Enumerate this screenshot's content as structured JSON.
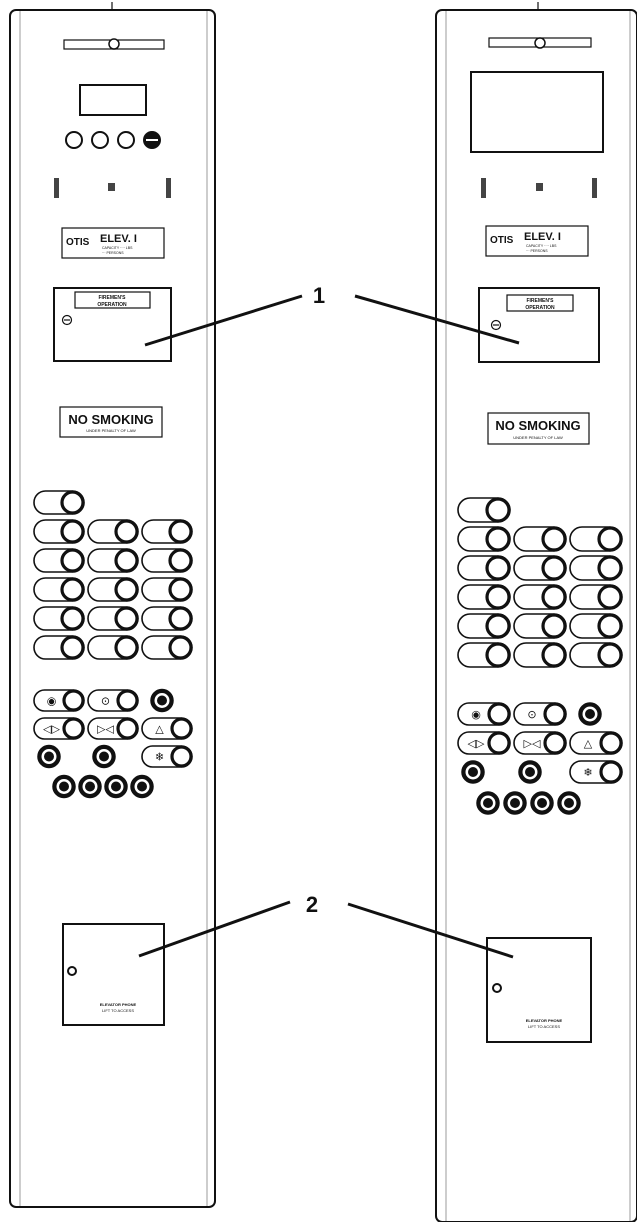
{
  "callouts": [
    {
      "label": "1"
    },
    {
      "label": "2"
    }
  ],
  "panels": [
    {
      "id": "panel-left",
      "brand": "OTIS",
      "elevator_label": "ELEV. I",
      "capacity_fine": "CAPACITY ···· LBS",
      "capacity_fine2": "··· PERSONS",
      "fireman_label_1": "FIREMEN'S",
      "fireman_label_2": "OPERATION",
      "no_smoking": "NO SMOKING",
      "no_smoking_fine": "UNDER PENALTY OF LAW",
      "cabinet_fine_1": "ELEVATOR PHONE",
      "cabinet_fine_2": "LIFT TO ACCESS"
    },
    {
      "id": "panel-right",
      "brand": "OTIS",
      "elevator_label": "ELEV. I",
      "capacity_fine": "CAPACITY ···· LBS",
      "capacity_fine2": "··· PERSONS",
      "fireman_label_1": "FIREMEN'S",
      "fireman_label_2": "OPERATION",
      "no_smoking": "NO SMOKING",
      "no_smoking_fine": "UNDER PENALTY OF LAW",
      "cabinet_fine_1": "ELEVATOR PHONE",
      "cabinet_fine_2": "LIFT TO ACCESS"
    }
  ],
  "icons": {
    "door_open": "door-open-icon",
    "door_close": "door-close-icon",
    "alarm": "alarm-icon",
    "phone": "phone-icon",
    "eye": "eye-icon"
  }
}
